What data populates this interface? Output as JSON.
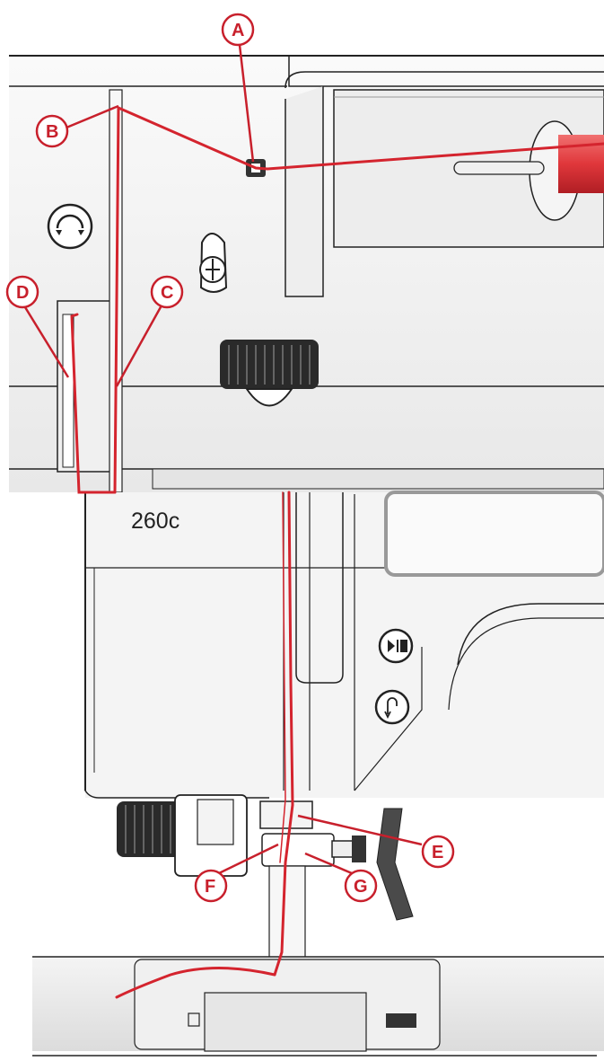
{
  "model_label": "260c",
  "callouts": {
    "A": "A",
    "B": "B",
    "C": "C",
    "D": "D",
    "E": "E",
    "F": "F",
    "G": "G"
  },
  "colors": {
    "thread": "#d4242e",
    "callout": "#c8202c",
    "machine_outline": "#222222",
    "machine_fill": "#f2f2f2",
    "spool": "#e0373b"
  },
  "icons": {
    "handwheel_button": "rotate-arrows-icon",
    "start_stop_button": "play-stop-icon",
    "reverse_button": "reverse-arrow-icon"
  }
}
